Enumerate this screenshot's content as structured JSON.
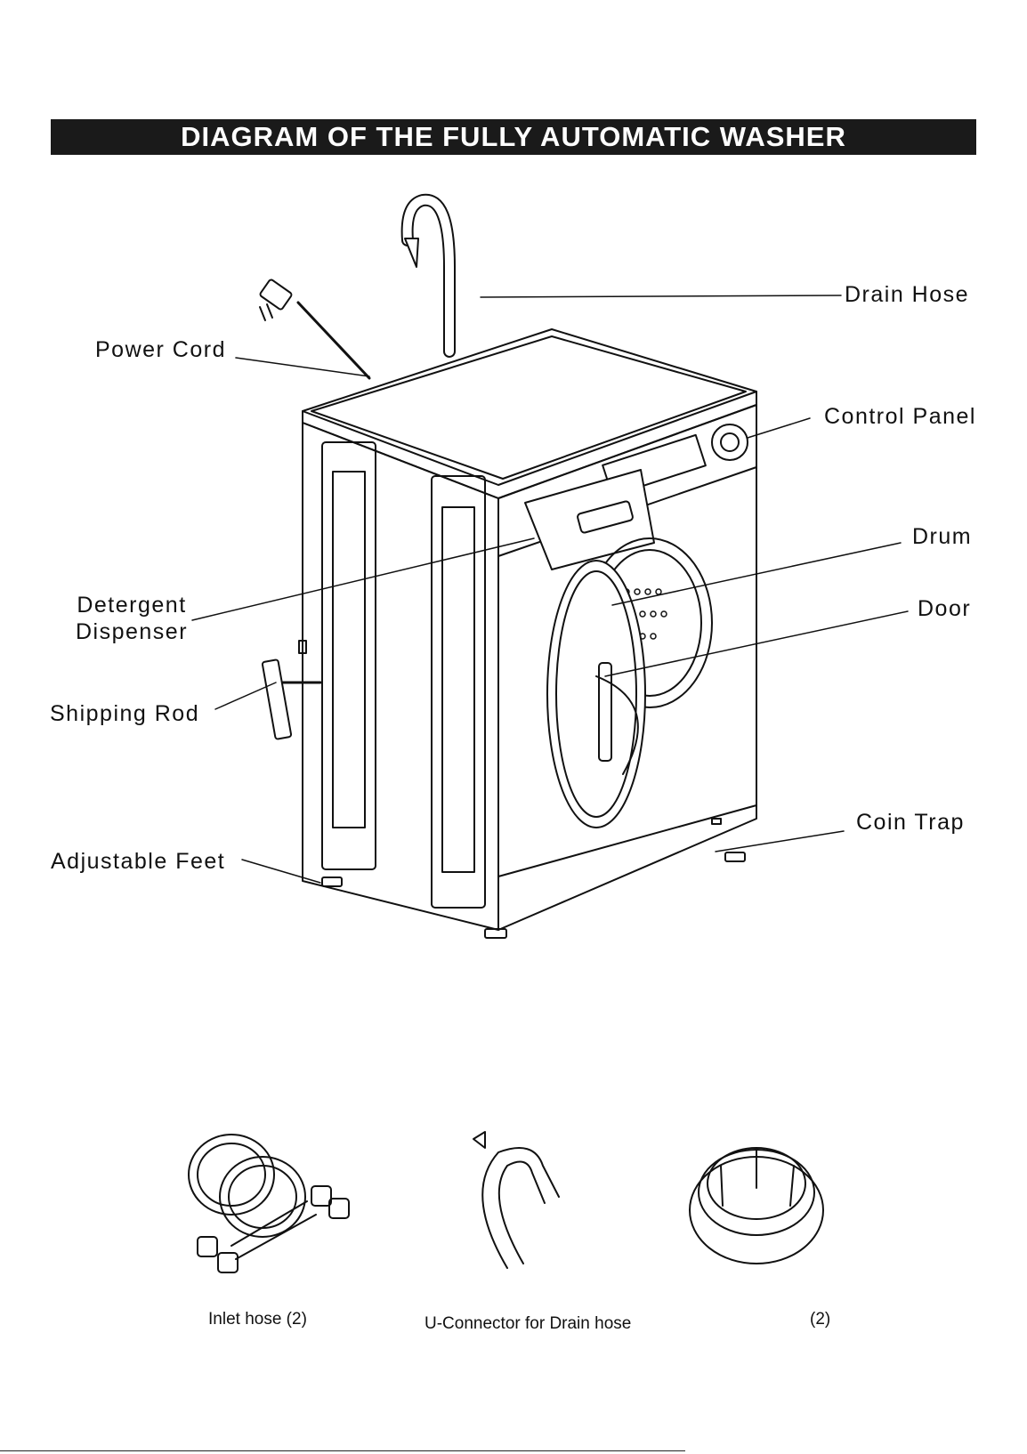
{
  "title": "DIAGRAM OF THE FULLY AUTOMATIC WASHER",
  "labels": {
    "drain_hose": "Drain Hose",
    "power_cord": "Power Cord",
    "control_panel": "Control Panel",
    "drum": "Drum",
    "door": "Door",
    "detergent_dispenser_line1": "Detergent",
    "detergent_dispenser_line2": "Dispenser",
    "shipping_rod": "Shipping Rod",
    "coin_trap": "Coin Trap",
    "adjustable_feet": "Adjustable Feet"
  },
  "accessories": {
    "inlet_hose": "Inlet hose (2)",
    "u_connector": "U-Connector for Drain hose",
    "third_item": "(2)"
  },
  "colors": {
    "title_bg": "#1a1a1a",
    "title_text": "#ffffff",
    "ink": "#111111"
  }
}
